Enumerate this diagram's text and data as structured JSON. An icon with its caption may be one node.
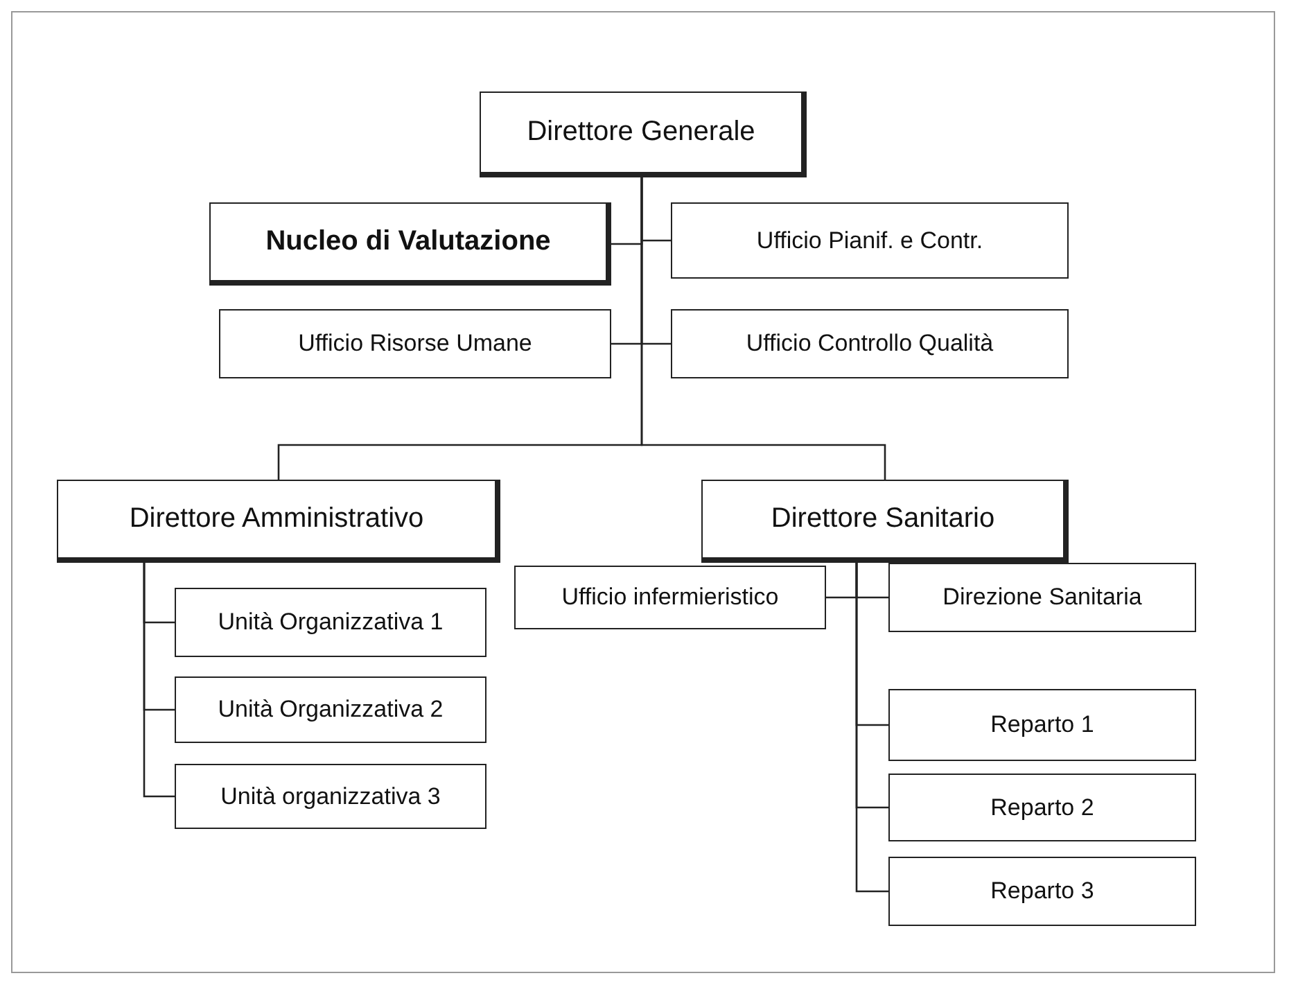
{
  "diagram": {
    "nodes": [
      {
        "text": [
          "Direttore Generale"
        ]
      },
      {
        "text": [
          "Nucleo di Valutazione"
        ]
      },
      {
        "text": [
          "Ufficio Pianif. e Contr."
        ]
      },
      {
        "text": [
          "Ufficio Risorse Umane"
        ]
      },
      {
        "text": [
          "Ufficio Controllo Qualità"
        ]
      },
      {
        "text": [
          "Direttore Amministrativo"
        ]
      },
      {
        "text": [
          "Direttore Sanitario"
        ]
      },
      {
        "text": [
          "Unità Organizzativa 1"
        ]
      },
      {
        "text": [
          "Unità Organizzativa 2"
        ]
      },
      {
        "text": [
          "Unità organizzativa 3"
        ]
      },
      {
        "text": [
          "Ufficio infermieristico"
        ]
      },
      {
        "text": [
          "Direzione Sanitaria"
        ]
      },
      {
        "text": [
          "Reparto 1"
        ]
      },
      {
        "text": [
          "Reparto 2"
        ]
      },
      {
        "text": [
          "Reparto 3"
        ]
      }
    ],
    "edges": [
      {
        "from": 0,
        "to": 1,
        "arrow": "none"
      },
      {
        "from": 0,
        "to": 2,
        "arrow": "none"
      },
      {
        "from": 0,
        "to": 3,
        "arrow": "none"
      },
      {
        "from": 0,
        "to": 4,
        "arrow": "none"
      },
      {
        "from": 0,
        "to": 5,
        "arrow": "none"
      },
      {
        "from": 0,
        "to": 6,
        "arrow": "none"
      },
      {
        "from": 5,
        "to": 7,
        "arrow": "none"
      },
      {
        "from": 5,
        "to": 8,
        "arrow": "none"
      },
      {
        "from": 5,
        "to": 9,
        "arrow": "none"
      },
      {
        "from": 6,
        "to": 10,
        "arrow": "none"
      },
      {
        "from": 6,
        "to": 11,
        "arrow": "none"
      },
      {
        "from": 6,
        "to": 12,
        "arrow": "none"
      },
      {
        "from": 6,
        "to": 13,
        "arrow": "none"
      },
      {
        "from": 6,
        "to": 14,
        "arrow": "none"
      }
    ]
  }
}
